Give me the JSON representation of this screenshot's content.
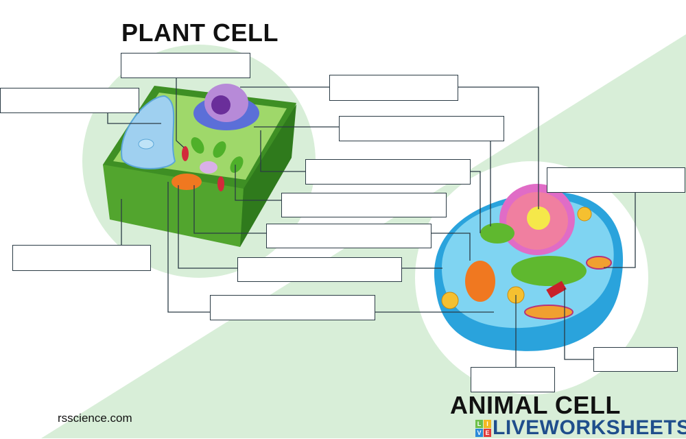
{
  "titles": {
    "plant": "PLANT CELL",
    "animal": "ANIMAL CELL"
  },
  "credit": "rsscience.com",
  "watermark": {
    "text": "LIVEWORKSHEETS",
    "tiles": [
      "L",
      "I",
      "V",
      "E"
    ]
  },
  "answer_boxes": [
    {
      "value": ""
    },
    {
      "value": ""
    },
    {
      "value": ""
    },
    {
      "value": ""
    },
    {
      "value": ""
    },
    {
      "value": ""
    },
    {
      "value": ""
    },
    {
      "value": ""
    },
    {
      "value": ""
    },
    {
      "value": ""
    },
    {
      "value": ""
    },
    {
      "value": ""
    },
    {
      "value": ""
    }
  ],
  "colors": {
    "background_green": "#d6ecd6",
    "plant_wall": "#3e8f24",
    "animal_cytoplasm": "#5ec4ea"
  }
}
